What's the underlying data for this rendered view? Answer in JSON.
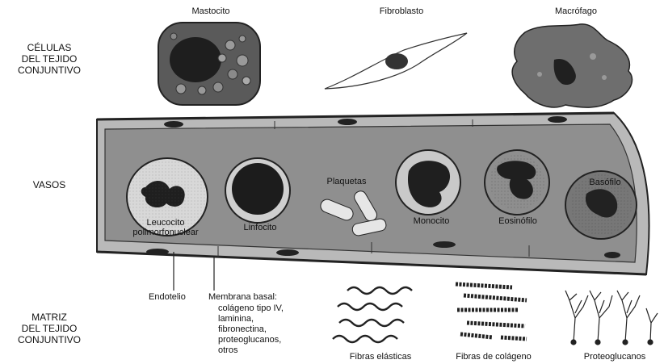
{
  "sections": {
    "connective_cells": "CÉLULAS\nDEL TEJIDO\nCONJUNTIVO",
    "vessels": "VASOS",
    "matrix": "MATRIZ\nDEL TEJIDO\nCONJUNTIVO"
  },
  "connective_cells": {
    "mastocyte": "Mastocito",
    "fibroblast": "Fibroblasto",
    "macrophage": "Macrófago"
  },
  "vessel_cells": {
    "leukocyte": "Leucocito\npolimorfonuclear",
    "lymphocyte": "Linfocito",
    "platelets": "Plaquetas",
    "monocyte": "Monocito",
    "eosinophil": "Eosinófilo",
    "basophil": "Basófilo"
  },
  "vessel_wall": {
    "endothelium": "Endotelio",
    "basal_membrane_title": "Membrana basal:",
    "basal_membrane_components": "colágeno tipo IV,\nlaminina,\nfibronectina,\nproteoglucanos,\notros"
  },
  "matrix": {
    "elastic_fibers": "Fibras elásticas",
    "collagen_fibers": "Fibras de colágeno",
    "proteoglycans": "Proteoglucanos"
  }
}
